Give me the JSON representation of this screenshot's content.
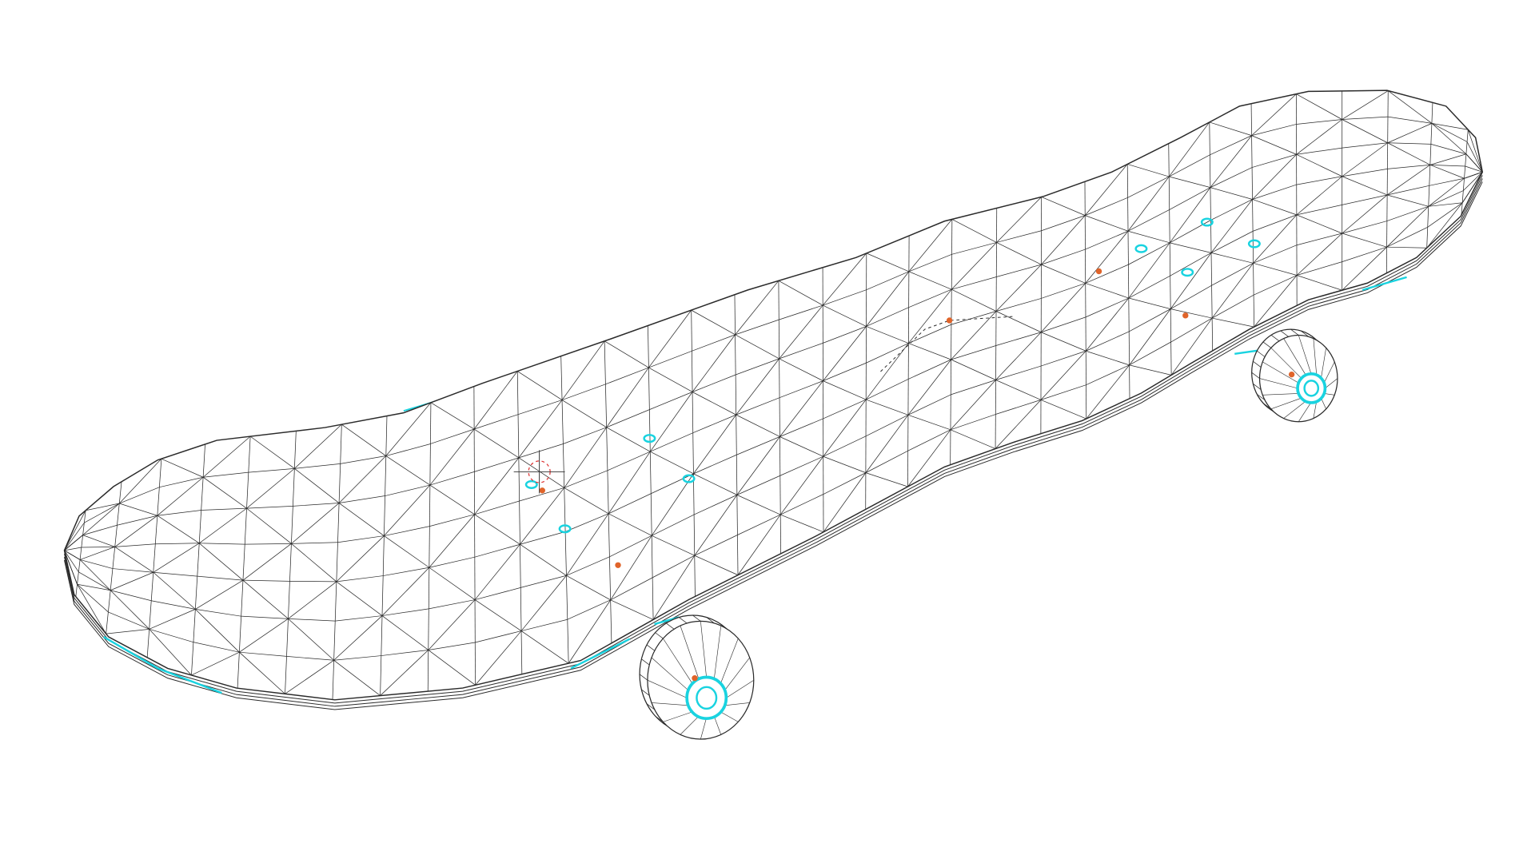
{
  "viewport": {
    "background": "#ffffff",
    "wire_color": "#2a2a2a",
    "highlight_color": "#19d3e0",
    "vertex_color": "#e0642a",
    "cursor_icon": "3d-cursor-icon"
  },
  "objects": [
    {
      "name": "deck",
      "kind": "wireframe-mesh"
    },
    {
      "name": "front-wheel",
      "kind": "wireframe-mesh"
    },
    {
      "name": "back-wheel",
      "kind": "wireframe-mesh"
    }
  ]
}
